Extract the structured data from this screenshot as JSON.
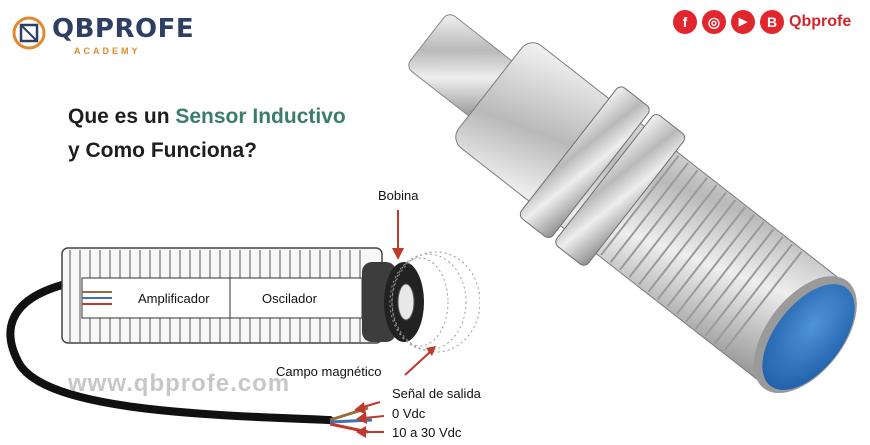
{
  "brand": {
    "name": "QBPROFE",
    "tagline": "ACADEMY"
  },
  "social": {
    "icons": [
      "facebook-icon",
      "instagram-icon",
      "youtube-icon",
      "blogger-icon"
    ],
    "glyphs": [
      "f",
      "◎",
      "▶",
      "B"
    ],
    "handle": "Qbprofe",
    "color": "#e1262d"
  },
  "title": {
    "line1_prefix": "Que es un ",
    "line1_accent": "Sensor Inductivo",
    "line2": "y Como Funciona?"
  },
  "diagram": {
    "amplifier": "Amplificador",
    "oscillator": "Oscilador",
    "coil": "Bobina",
    "field": "Campo magnético",
    "output": "Señal de salida",
    "zero": "0 Vdc",
    "supply": "10 a 30 Vdc"
  },
  "watermark": "www.qbprofe.com",
  "colors": {
    "face": "#2f78c4",
    "accent": "#3a7d6a",
    "logo_orange": "#e08a2c",
    "logo_navy": "#2f3f63"
  }
}
